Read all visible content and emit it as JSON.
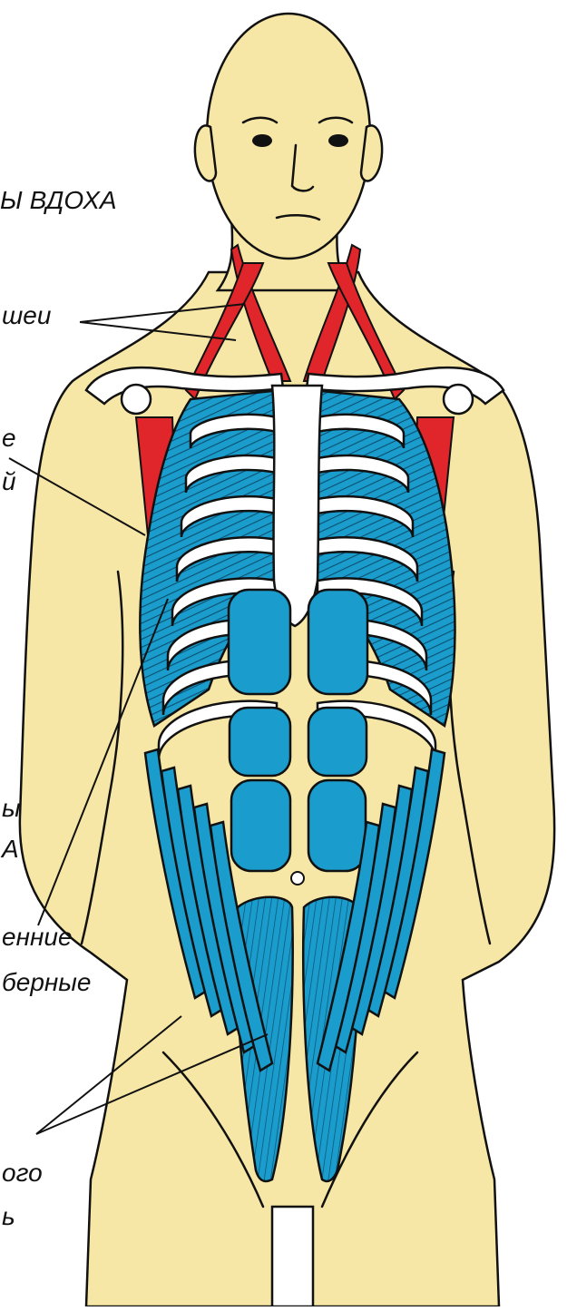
{
  "colors": {
    "skin": "#f7e7a6",
    "outline": "#111111",
    "inhale_muscle": "#e0252b",
    "exhale_muscle": "#1a9ccc",
    "muscle_stripe": "#0c4f6e",
    "bone": "#ffffff"
  },
  "labels": {
    "inhale_heading": "Ы ВДОХА",
    "neck_label": "шеи",
    "scalene_line1": "е",
    "scalene_line2": "й",
    "exhale_line1": "ы",
    "exhale_line2": "А",
    "intercostal_line1": "енние",
    "intercostal_line2": "берные",
    "abdominal_line1": "ого",
    "abdominal_line2": "ь"
  },
  "icons": [
    "human-torso-figure"
  ]
}
